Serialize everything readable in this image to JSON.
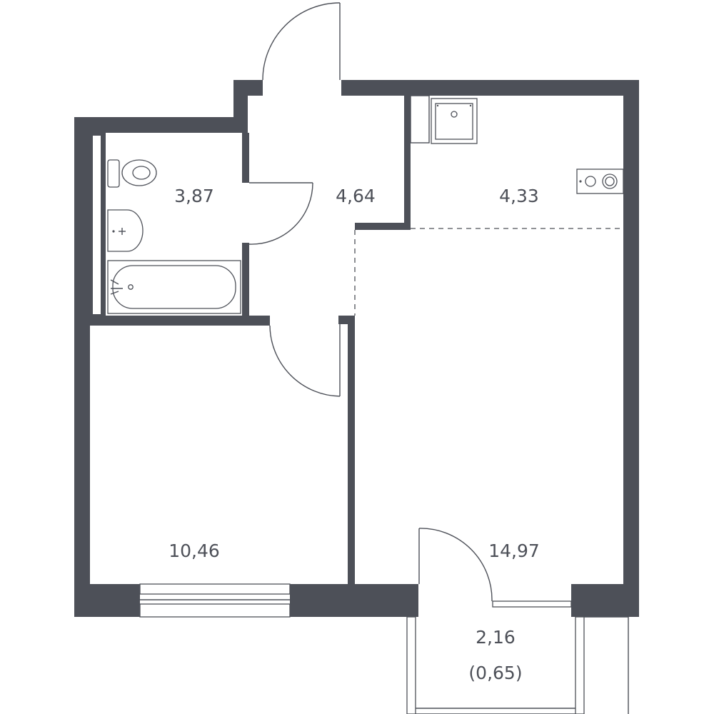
{
  "plan": {
    "wall_color": "#4d5058",
    "rooms": [
      {
        "id": "bathroom",
        "area": "3,87"
      },
      {
        "id": "hallway",
        "area": "4,64"
      },
      {
        "id": "kitchen",
        "area": "4,33"
      },
      {
        "id": "bedroom",
        "area": "10,46"
      },
      {
        "id": "living-room",
        "area": "14,97"
      }
    ],
    "balcony": {
      "area": "2,16",
      "reduced_area": "(0,65)"
    },
    "icons": [
      "toilet-icon",
      "washbasin-icon",
      "bathtub-icon",
      "kitchen-sink-icon",
      "stove-icon"
    ]
  }
}
